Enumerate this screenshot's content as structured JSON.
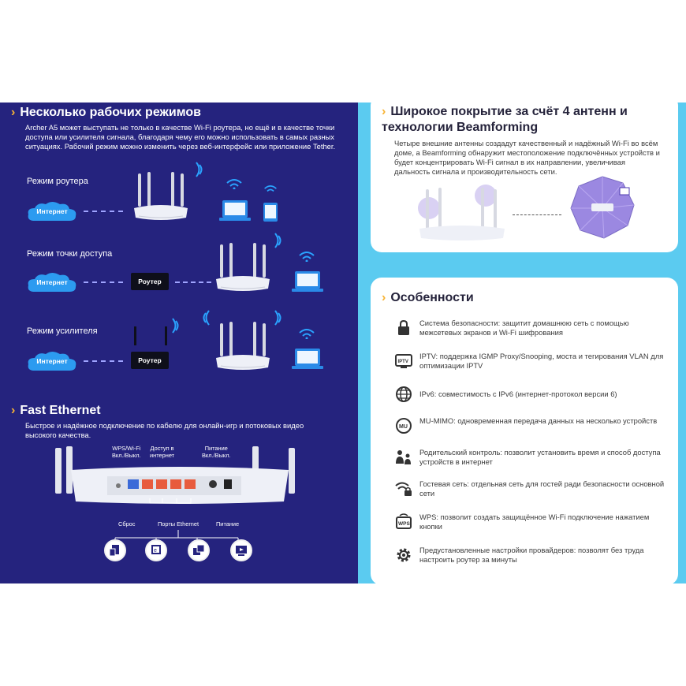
{
  "left": {
    "modes_title": "Несколько рабочих режимов",
    "modes_desc": "Archer A5 может выступать не только в качестве Wi-Fi роутера, но ещё и в качестве точки доступа или усилителя сигнала, благодаря чему его можно использовать в самых разных ситуациях. Рабочий режим можно изменить через веб-интерфейс или приложение Tether.",
    "mode_router": "Режим роутера",
    "mode_ap": "Режим точки доступа",
    "mode_repeater": "Режим усилителя",
    "internet_label": "Интернет",
    "router_box_label": "Роутер",
    "fe_title": "Fast Ethernet",
    "fe_desc": "Быстрое и надёжное подключение по кабелю для онлайн-игр и потоковых видео высокого качества.",
    "ports": {
      "wps": "WPS/Wi-Fi\nВкл./Выкл.",
      "internet": "Доступ в\nинтернет",
      "power_btn": "Питание\nВкл./Выкл.",
      "reset": "Сброс",
      "ethernet": "Порты Ethernet",
      "power": "Питание"
    }
  },
  "right": {
    "coverage_title": "Широкое покрытие за счёт 4 антенн и технологии Beamforming",
    "coverage_desc": "Четыре внешние антенны создадут качественный и надёжный Wi-Fi во всём доме, а Beamforming обнаружит местоположение подключённых устройств и будет концентрировать Wi-Fi сигнал в их направлении, увеличивая дальность сигнала и производительность сети.",
    "features_title": "Особенности",
    "features": [
      {
        "icon": "lock-icon",
        "text": "Система безопасности: защитит домашнюю сеть с помощью межсетевых экранов и Wi-Fi шифрования"
      },
      {
        "icon": "iptv-icon",
        "text": "IPTV: поддержка IGMP Proxy/Snooping, моста и тегирования VLAN для оптимизации IPTV"
      },
      {
        "icon": "globe-icon",
        "text": "IPv6: совместимость с IPv6 (интернет-протокол версии 6)"
      },
      {
        "icon": "mu-mimo-icon",
        "text": "MU-MIMO: одновременная передача данных на несколько устройств"
      },
      {
        "icon": "parental-icon",
        "text": "Родительский контроль: позволит установить время и способ доступа устройств в интернет"
      },
      {
        "icon": "guest-wifi-icon",
        "text": "Гостевая сеть: отдельная сеть для гостей ради безопасности основной сети"
      },
      {
        "icon": "wps-icon",
        "text": "WPS: позволит создать защищённое Wi-Fi подключение нажатием кнопки"
      },
      {
        "icon": "gear-icon",
        "text": "Предустановленные настройки провайдеров: позволят без труда настроить роутер за минуты"
      }
    ]
  },
  "colors": {
    "navy": "#25237e",
    "sky": "#5bcbf0",
    "accent": "#f7b334",
    "wifi": "#2aa3ff"
  }
}
